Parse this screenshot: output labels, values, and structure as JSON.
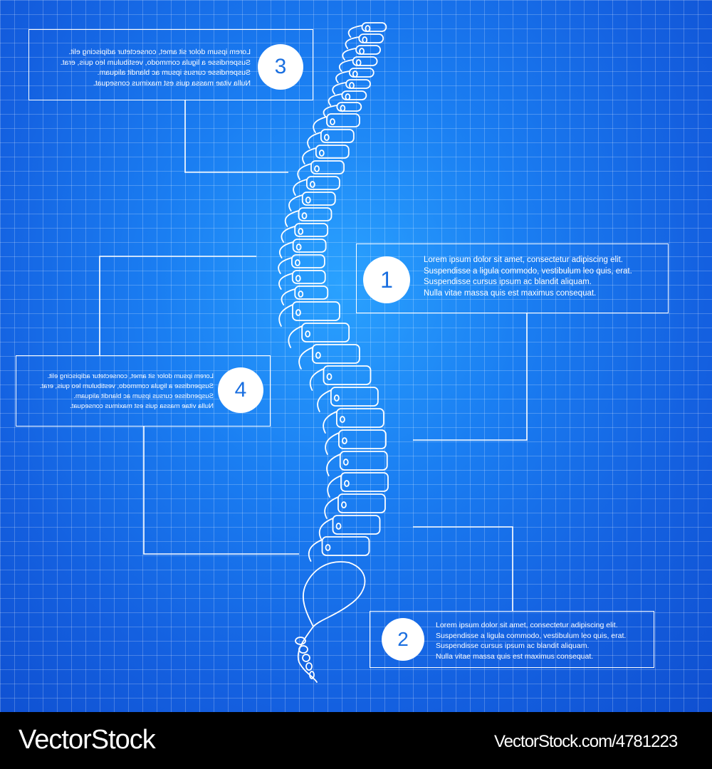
{
  "callouts": [
    {
      "number": "1",
      "lines": [
        "Lorem ipsum dolor sit amet, consectetur adipiscing elit.",
        "Suspendisse a ligula commodo, vestibulum leo quis, erat.",
        "Suspendisse cursus ipsum ac blandit aliquam.",
        "Nulla vitae massa quis est maximus consequat."
      ]
    },
    {
      "number": "2",
      "lines": [
        "Lorem ipsum dolor sit amet, consectetur adipiscing elit.",
        "Suspendisse a ligula commodo, vestibulum leo quis, erat.",
        "Suspendisse cursus ipsum ac blandit aliquam.",
        "Nulla vitae massa quis est maximus consequat."
      ]
    },
    {
      "number": "3",
      "lines": [
        "Lorem ipsum dolor sit amet, consectetur adipiscing elit.",
        "Suspendisse a ligula commodo, vestibulum leo quis, erat.",
        "Suspendisse cursus ipsum ac blandit aliquam.",
        "Nulla vitae massa quis est maximus consequat."
      ]
    },
    {
      "number": "4",
      "lines": [
        "Lorem ipsum dolor sit amet, consectetur adipiscing elit.",
        "Suspendisse a ligula commodo, vestibulum leo quis, erat.",
        "Suspendisse cursus ipsum ac blandit aliquam.",
        "Nulla vitae massa quis est maximus consequat."
      ]
    }
  ],
  "watermark": {
    "left": "VectorStock",
    "right": "VectorStock.com/4781223"
  },
  "colors": {
    "background": "#1a7ef2",
    "line": "#ffffff",
    "footer": "#000000"
  }
}
